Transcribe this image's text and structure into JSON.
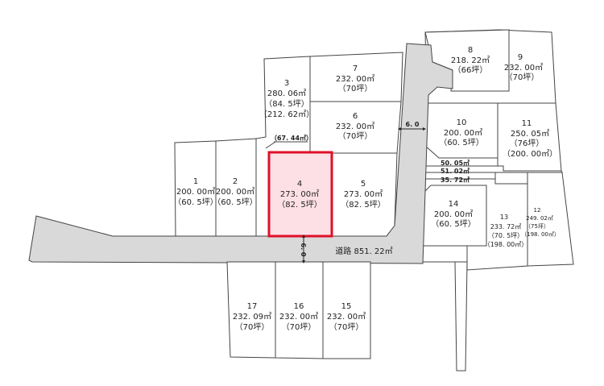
{
  "lots": {
    "l1": {
      "no": "1",
      "area": "200. 00㎡",
      "tsubo": "（60. 5坪）"
    },
    "l2": {
      "no": "2",
      "area": "200. 00㎡",
      "tsubo": "（60. 5坪）"
    },
    "l3": {
      "no": "3",
      "area": "280. 06㎡",
      "tsubo": "（84. 5坪）",
      "sub": "（212. 62㎡）",
      "note": "（67. 44㎡）"
    },
    "l4": {
      "no": "4",
      "area": "273. 00㎡",
      "tsubo": "（82. 5坪）"
    },
    "l5": {
      "no": "5",
      "area": "273. 00㎡",
      "tsubo": "（82. 5坪）"
    },
    "l6": {
      "no": "6",
      "area": "232. 00㎡",
      "tsubo": "（70坪）"
    },
    "l7": {
      "no": "7",
      "area": "232. 00㎡",
      "tsubo": "（70坪）"
    },
    "l8": {
      "no": "8",
      "area": "218. 22㎡",
      "tsubo": "（66坪）"
    },
    "l9": {
      "no": "9",
      "area": "232. 00㎡",
      "tsubo": "（70坪）"
    },
    "l10": {
      "no": "10",
      "area": "200. 00㎡",
      "tsubo": "（60. 5坪）"
    },
    "l11": {
      "no": "11",
      "area": "250. 05㎡",
      "tsubo": "（76坪）",
      "sub": "（200. 00㎡）"
    },
    "l12": {
      "no": "12",
      "area": "249. 02㎡",
      "tsubo": "（75坪）",
      "sub": "（198. 00㎡）"
    },
    "l13": {
      "no": "13",
      "area": "233. 72㎡",
      "tsubo": "（70. 5坪）",
      "sub": "（198. 00㎡）"
    },
    "l14": {
      "no": "14",
      "area": "200. 00㎡",
      "tsubo": "（60. 5坪）"
    },
    "l15": {
      "no": "15",
      "area": "232. 00㎡",
      "tsubo": "（70坪）"
    },
    "l16": {
      "no": "16",
      "area": "232. 00㎡",
      "tsubo": "（70坪）"
    },
    "l17": {
      "no": "17",
      "area": "232. 09㎡",
      "tsubo": "（70坪）"
    }
  },
  "strips": {
    "s1": "50. 05㎡",
    "s2": "51. 02㎡",
    "s3": "35. 72㎡"
  },
  "road": {
    "label": "道路  851. 22㎡",
    "width_main": "6. 0",
    "width_side": "6. 0"
  },
  "colors": {
    "selected_fill": "#fde0e6",
    "selected_stroke": "#e0102a",
    "road": "#d9d9d9"
  }
}
